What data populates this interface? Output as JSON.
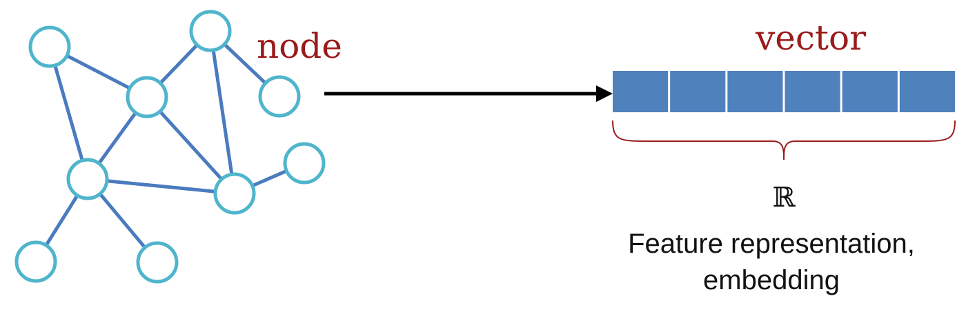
{
  "graph": {
    "label": "node",
    "edges": [
      [
        0,
        2
      ],
      [
        1,
        2
      ],
      [
        1,
        3
      ],
      [
        1,
        4
      ],
      [
        2,
        4
      ],
      [
        2,
        5
      ],
      [
        0,
        5
      ],
      [
        5,
        4
      ],
      [
        4,
        6
      ],
      [
        5,
        7
      ],
      [
        5,
        8
      ]
    ]
  },
  "embedding": {
    "label": "vector",
    "cell_count": 6,
    "set_symbol": "ℝ",
    "caption_line1": "Feature representation,",
    "caption_line2": "embedding"
  },
  "colors": {
    "node_stroke": "#4fb5cc",
    "edge": "#4a7bbf",
    "vector_cell": "#4f81bd",
    "label_red": "#9b1b1b",
    "brace": "#9b1b1b",
    "arrow": "#000000"
  }
}
